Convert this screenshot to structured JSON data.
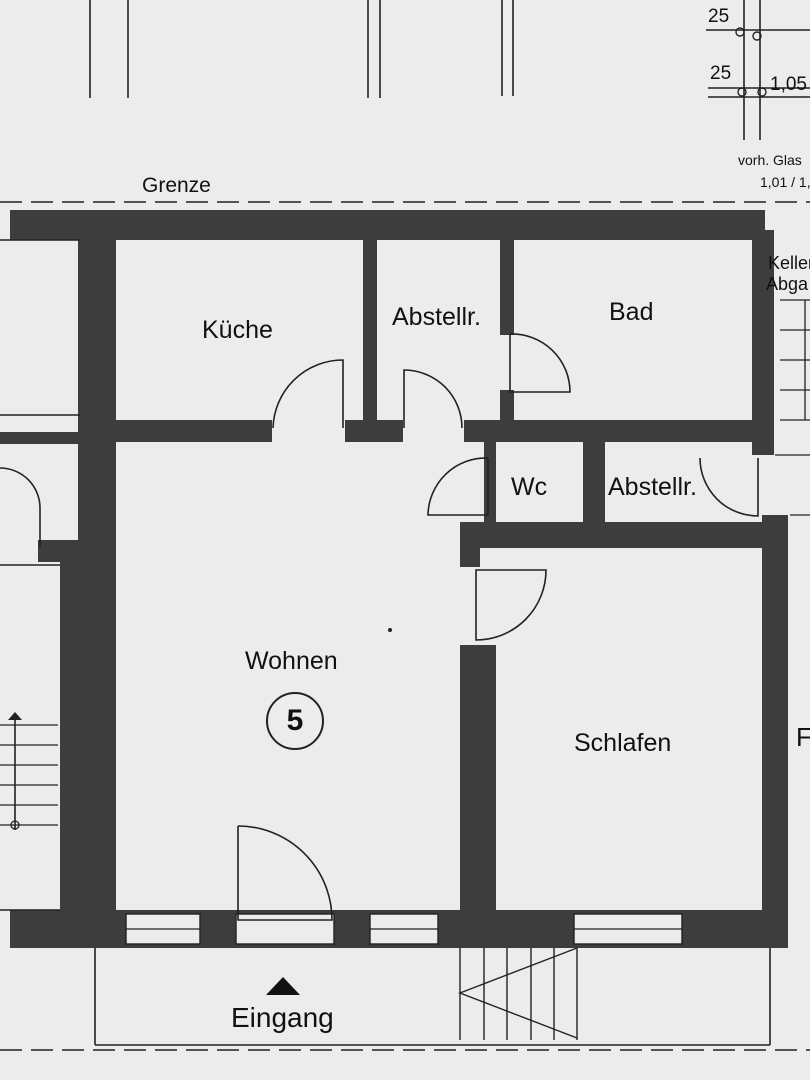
{
  "labels": {
    "grenze": "Grenze",
    "kueche": "Küche",
    "abstell_top": "Abstellr.",
    "bad": "Bad",
    "wc": "Wc",
    "abstell_mid": "Abstellr.",
    "wohnen": "Wohnen",
    "schlafen": "Schlafen",
    "eingang": "Eingang",
    "unit_number": "5",
    "keller": "Keller",
    "abga": "Abga",
    "edge_f": "F"
  },
  "dimensions": {
    "d1": "25",
    "d2": "25",
    "d3": "1,05",
    "note1": "vorh. Glas",
    "note2": "1,01 / 1,"
  },
  "colors": {
    "wall": "#3d3d3d",
    "paper": "#ececec",
    "line": "#222222"
  }
}
